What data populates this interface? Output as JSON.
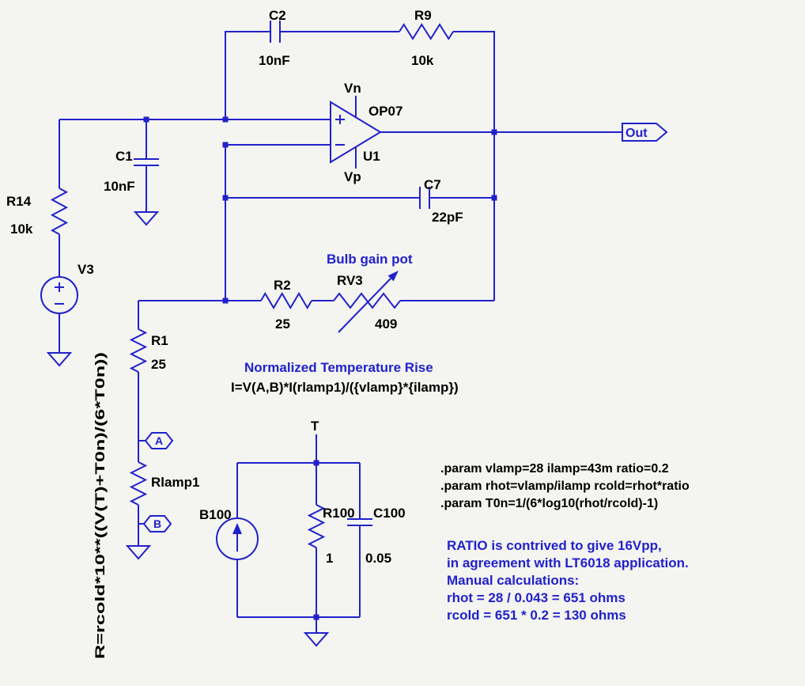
{
  "colors": {
    "wire": "#2121cc",
    "text": "#000000",
    "comment": "#2121cc",
    "background": "#f4f4f1"
  },
  "components": {
    "c2": {
      "name": "C2",
      "value": "10nF"
    },
    "r9": {
      "name": "R9",
      "value": "10k"
    },
    "c1": {
      "name": "C1",
      "value": "10nF"
    },
    "r14": {
      "name": "R14",
      "value": "10k"
    },
    "v3": {
      "name": "V3"
    },
    "u1": {
      "name": "U1",
      "part": "OP07"
    },
    "c7": {
      "name": "C7",
      "value": "22pF"
    },
    "r2": {
      "name": "R2",
      "value": "25"
    },
    "rv3": {
      "name": "RV3",
      "value": "409"
    },
    "r1": {
      "name": "R1",
      "value": "25"
    },
    "rlamp1": {
      "name": "Rlamp1"
    },
    "b100": {
      "name": "B100"
    },
    "r100": {
      "name": "R100",
      "value": "1"
    },
    "c100": {
      "name": "C100",
      "value": "0.05"
    }
  },
  "nets": {
    "out": "Out",
    "a": "A",
    "b": "B",
    "t": "T",
    "vn": "Vn",
    "vp": "Vp"
  },
  "annotations": {
    "bulb_gain_pot": "Bulb gain pot",
    "temp_rise_title": "Normalized Temperature Rise",
    "temp_rise_formula": "I=V(A,B)*I(rlamp1)/({vlamp}*{ilamp})",
    "lamp_resistance_formula": "R=rcold*10**((V(T)+T0n)/(6*T0n))",
    "params": [
      ".param vlamp=28 ilamp=43m ratio=0.2",
      ".param rhot=vlamp/ilamp rcold=rhot*ratio",
      ".param T0n=1/(6*log10(rhot/rcold)-1)"
    ],
    "notes": [
      "RATIO is contrived to give 16Vpp,",
      "in agreement with LT6018 application.",
      "Manual calculations:",
      "rhot = 28 / 0.043 = 651 ohms",
      "rcold = 651 * 0.2 = 130 ohms"
    ]
  }
}
